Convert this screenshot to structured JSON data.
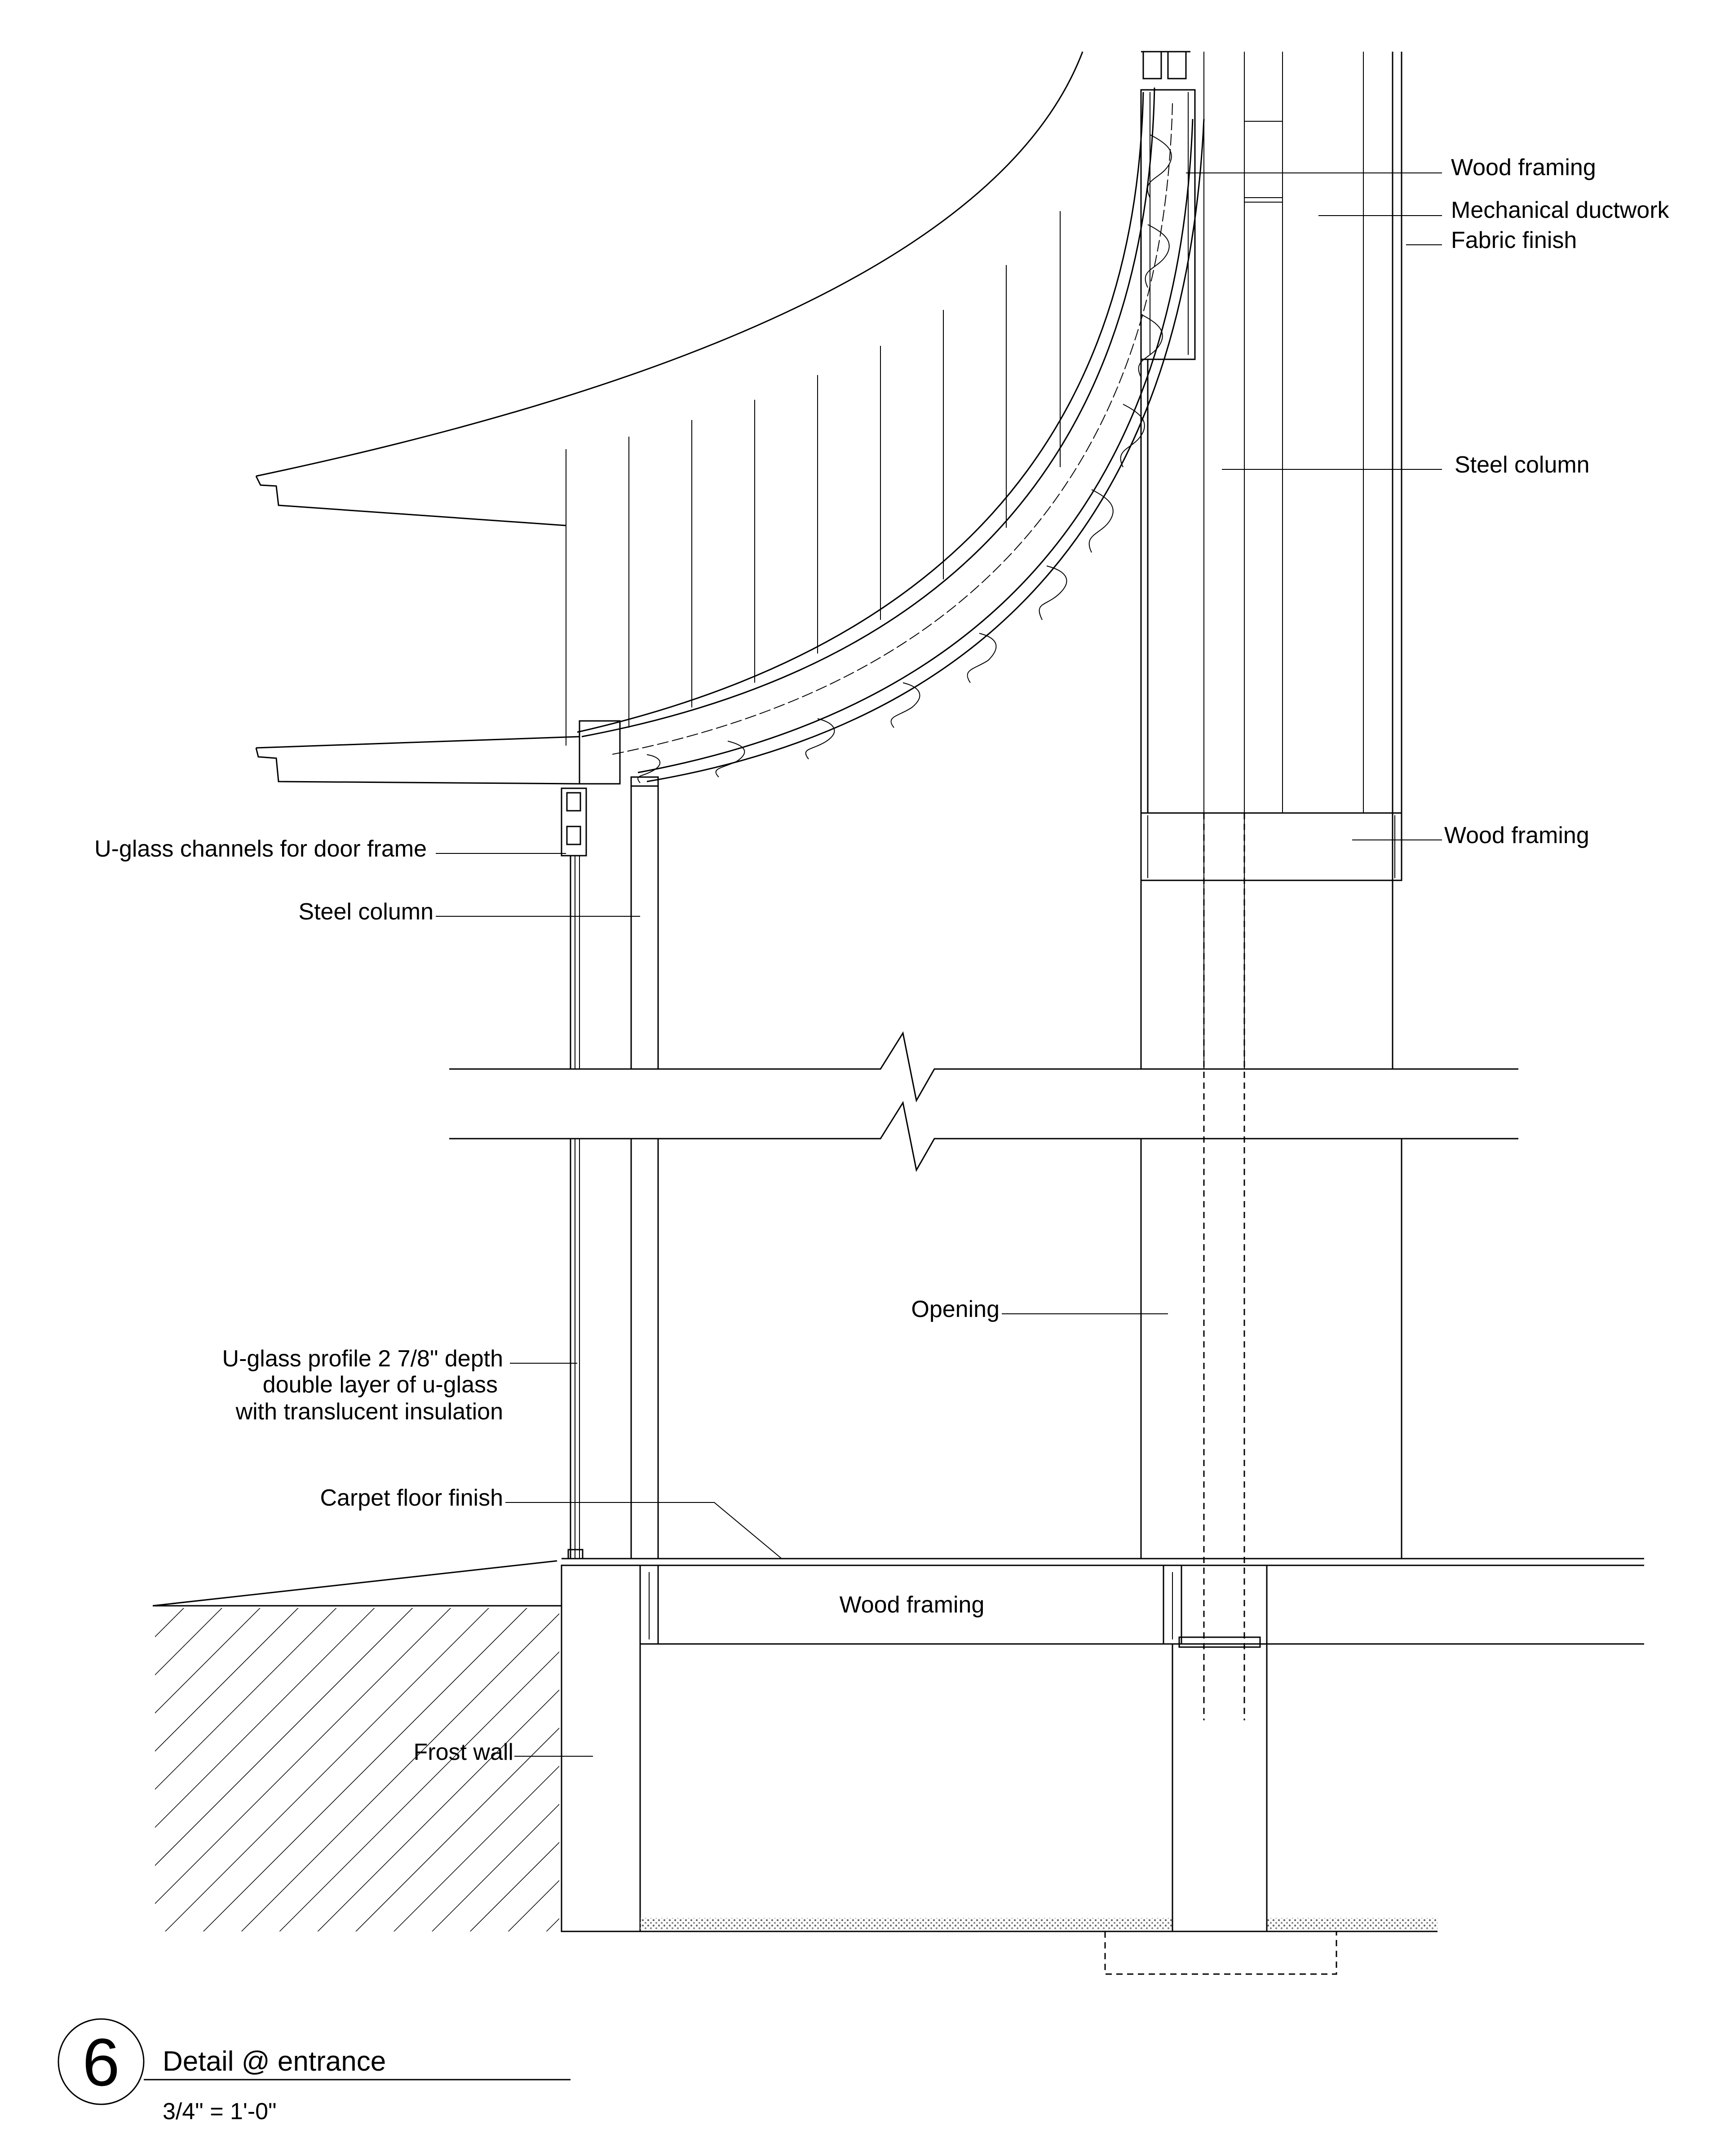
{
  "labels": {
    "wood_framing_top": "Wood framing",
    "mechanical_ductwork": "Mechanical ductwork",
    "fabric_finish": "Fabric finish",
    "steel_column_right": "Steel column",
    "wood_framing_mid": "Wood framing",
    "uglass_channels": "U-glass channels for  door frame",
    "steel_column_left": "Steel column",
    "opening": "Opening",
    "uglass_profile": [
      "U-glass profile 2 7/8\" depth",
      "double layer of u-glass",
      "with translucent insulation"
    ],
    "carpet_floor": "Carpet floor finish",
    "wood_framing_floor": "Wood framing",
    "frost_wall": "Frost wall"
  },
  "title_block": {
    "number": "6",
    "title": "Detail @ entrance",
    "scale": "3/4\" = 1'-0\""
  }
}
